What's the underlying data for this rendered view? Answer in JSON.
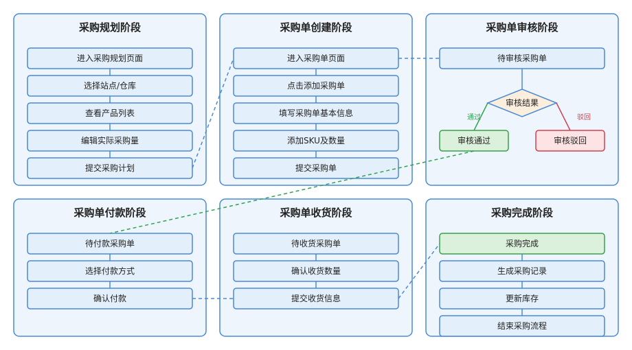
{
  "panels": [
    {
      "title": "采购规划阶段",
      "steps": [
        "进入采购规划页面",
        "选择站点/仓库",
        "查看产品列表",
        "编辑实际采购量",
        "提交采购计划"
      ]
    },
    {
      "title": "采购单创建阶段",
      "steps": [
        "进入采购单页面",
        "点击添加采购单",
        "填写采购单基本信息",
        "添加SKU及数量",
        "提交采购单"
      ]
    },
    {
      "title": "采购单审核阶段",
      "steps": [
        "待审核采购单"
      ]
    },
    {
      "title": "采购单付款阶段",
      "steps": [
        "待付款采购单",
        "选择付款方式",
        "确认付款"
      ]
    },
    {
      "title": "采购单收货阶段",
      "steps": [
        "待收货采购单",
        "确认收货数量",
        "提交收货信息"
      ]
    },
    {
      "title": "采购完成阶段",
      "steps": [
        "采购完成",
        "生成采购记录",
        "更新库存",
        "结束采购流程"
      ]
    }
  ],
  "review": {
    "decision": "审核结果",
    "approved": "审核通过",
    "rejected": "审核驳回",
    "approved_label": "通过",
    "rejected_label": "驳回"
  },
  "colors": {
    "panel_border": "#4a8ad4",
    "panel_fill": "#eef5fc",
    "step_fill": "#e3effa",
    "connector_blue": "#4a8ad4",
    "connector_green": "#2ea44f",
    "approved_fill": "#dcf1dc",
    "approved_border": "#3aa04a",
    "rejected_fill": "#fde3e3",
    "rejected_border": "#d04050",
    "decision_fill": "#fbeedd"
  }
}
